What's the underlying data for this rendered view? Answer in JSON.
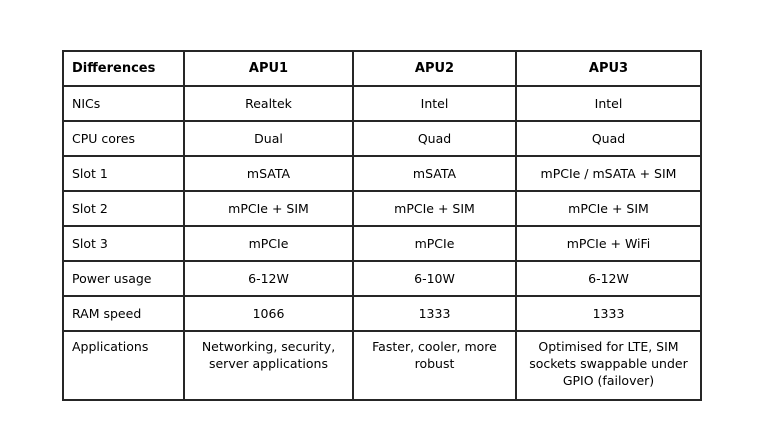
{
  "style": {
    "border_color": "#262626",
    "text_color": "#000000",
    "background_color": "#ffffff"
  },
  "table": {
    "headers": [
      "Differences",
      "APU1",
      "APU2",
      "APU3"
    ],
    "rows": [
      {
        "label": "NICs",
        "values": [
          "Realtek",
          "Intel",
          "Intel"
        ]
      },
      {
        "label": "CPU cores",
        "values": [
          "Dual",
          "Quad",
          "Quad"
        ]
      },
      {
        "label": "Slot 1",
        "values": [
          "mSATA",
          "mSATA",
          "mPCIe / mSATA + SIM"
        ]
      },
      {
        "label": "Slot 2",
        "values": [
          "mPCIe + SIM",
          "mPCIe + SIM",
          "mPCIe + SIM"
        ]
      },
      {
        "label": "Slot 3",
        "values": [
          "mPCIe",
          "mPCIe",
          "mPCIe + WiFi"
        ]
      },
      {
        "label": "Power usage",
        "values": [
          "6-12W",
          "6-10W",
          "6-12W"
        ]
      },
      {
        "label": "RAM speed",
        "values": [
          "1066",
          "1333",
          "1333"
        ]
      },
      {
        "label": "Applications",
        "values": [
          "Networking, security, server applications",
          "Faster, cooler, more robust",
          "Optimised for LTE, SIM sockets swappable under GPIO (failover)"
        ]
      }
    ]
  }
}
